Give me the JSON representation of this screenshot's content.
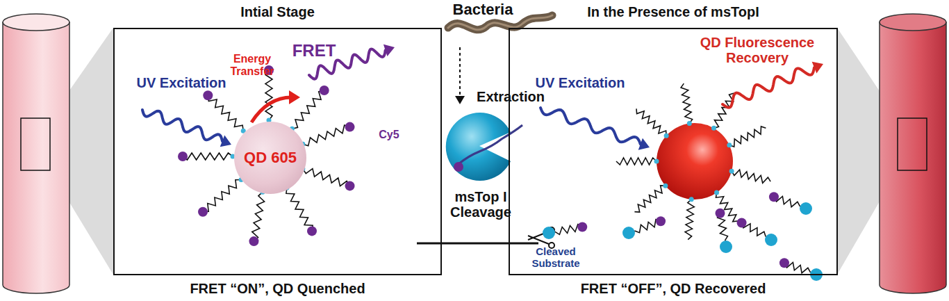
{
  "diagram": {
    "nodes": [
      {
        "text": [
          "Intial Stage",
          "FRET “ON”, QD Quenched"
        ]
      },
      {
        "text": [
          "QD 605"
        ],
        "in": 0
      },
      {
        "text": [
          "In the Presence of msTopI",
          "FRET “OFF”, QD Recovered"
        ]
      }
    ],
    "labels": [
      "UV Excitation",
      "Energy Transfer",
      "FRET",
      "Cy5",
      "Bacteria",
      "Extraction",
      "msTop I Cleavage",
      "UV Excitation",
      "QD Fluorescence Recovery",
      "Cleaved Substrate"
    ]
  }
}
